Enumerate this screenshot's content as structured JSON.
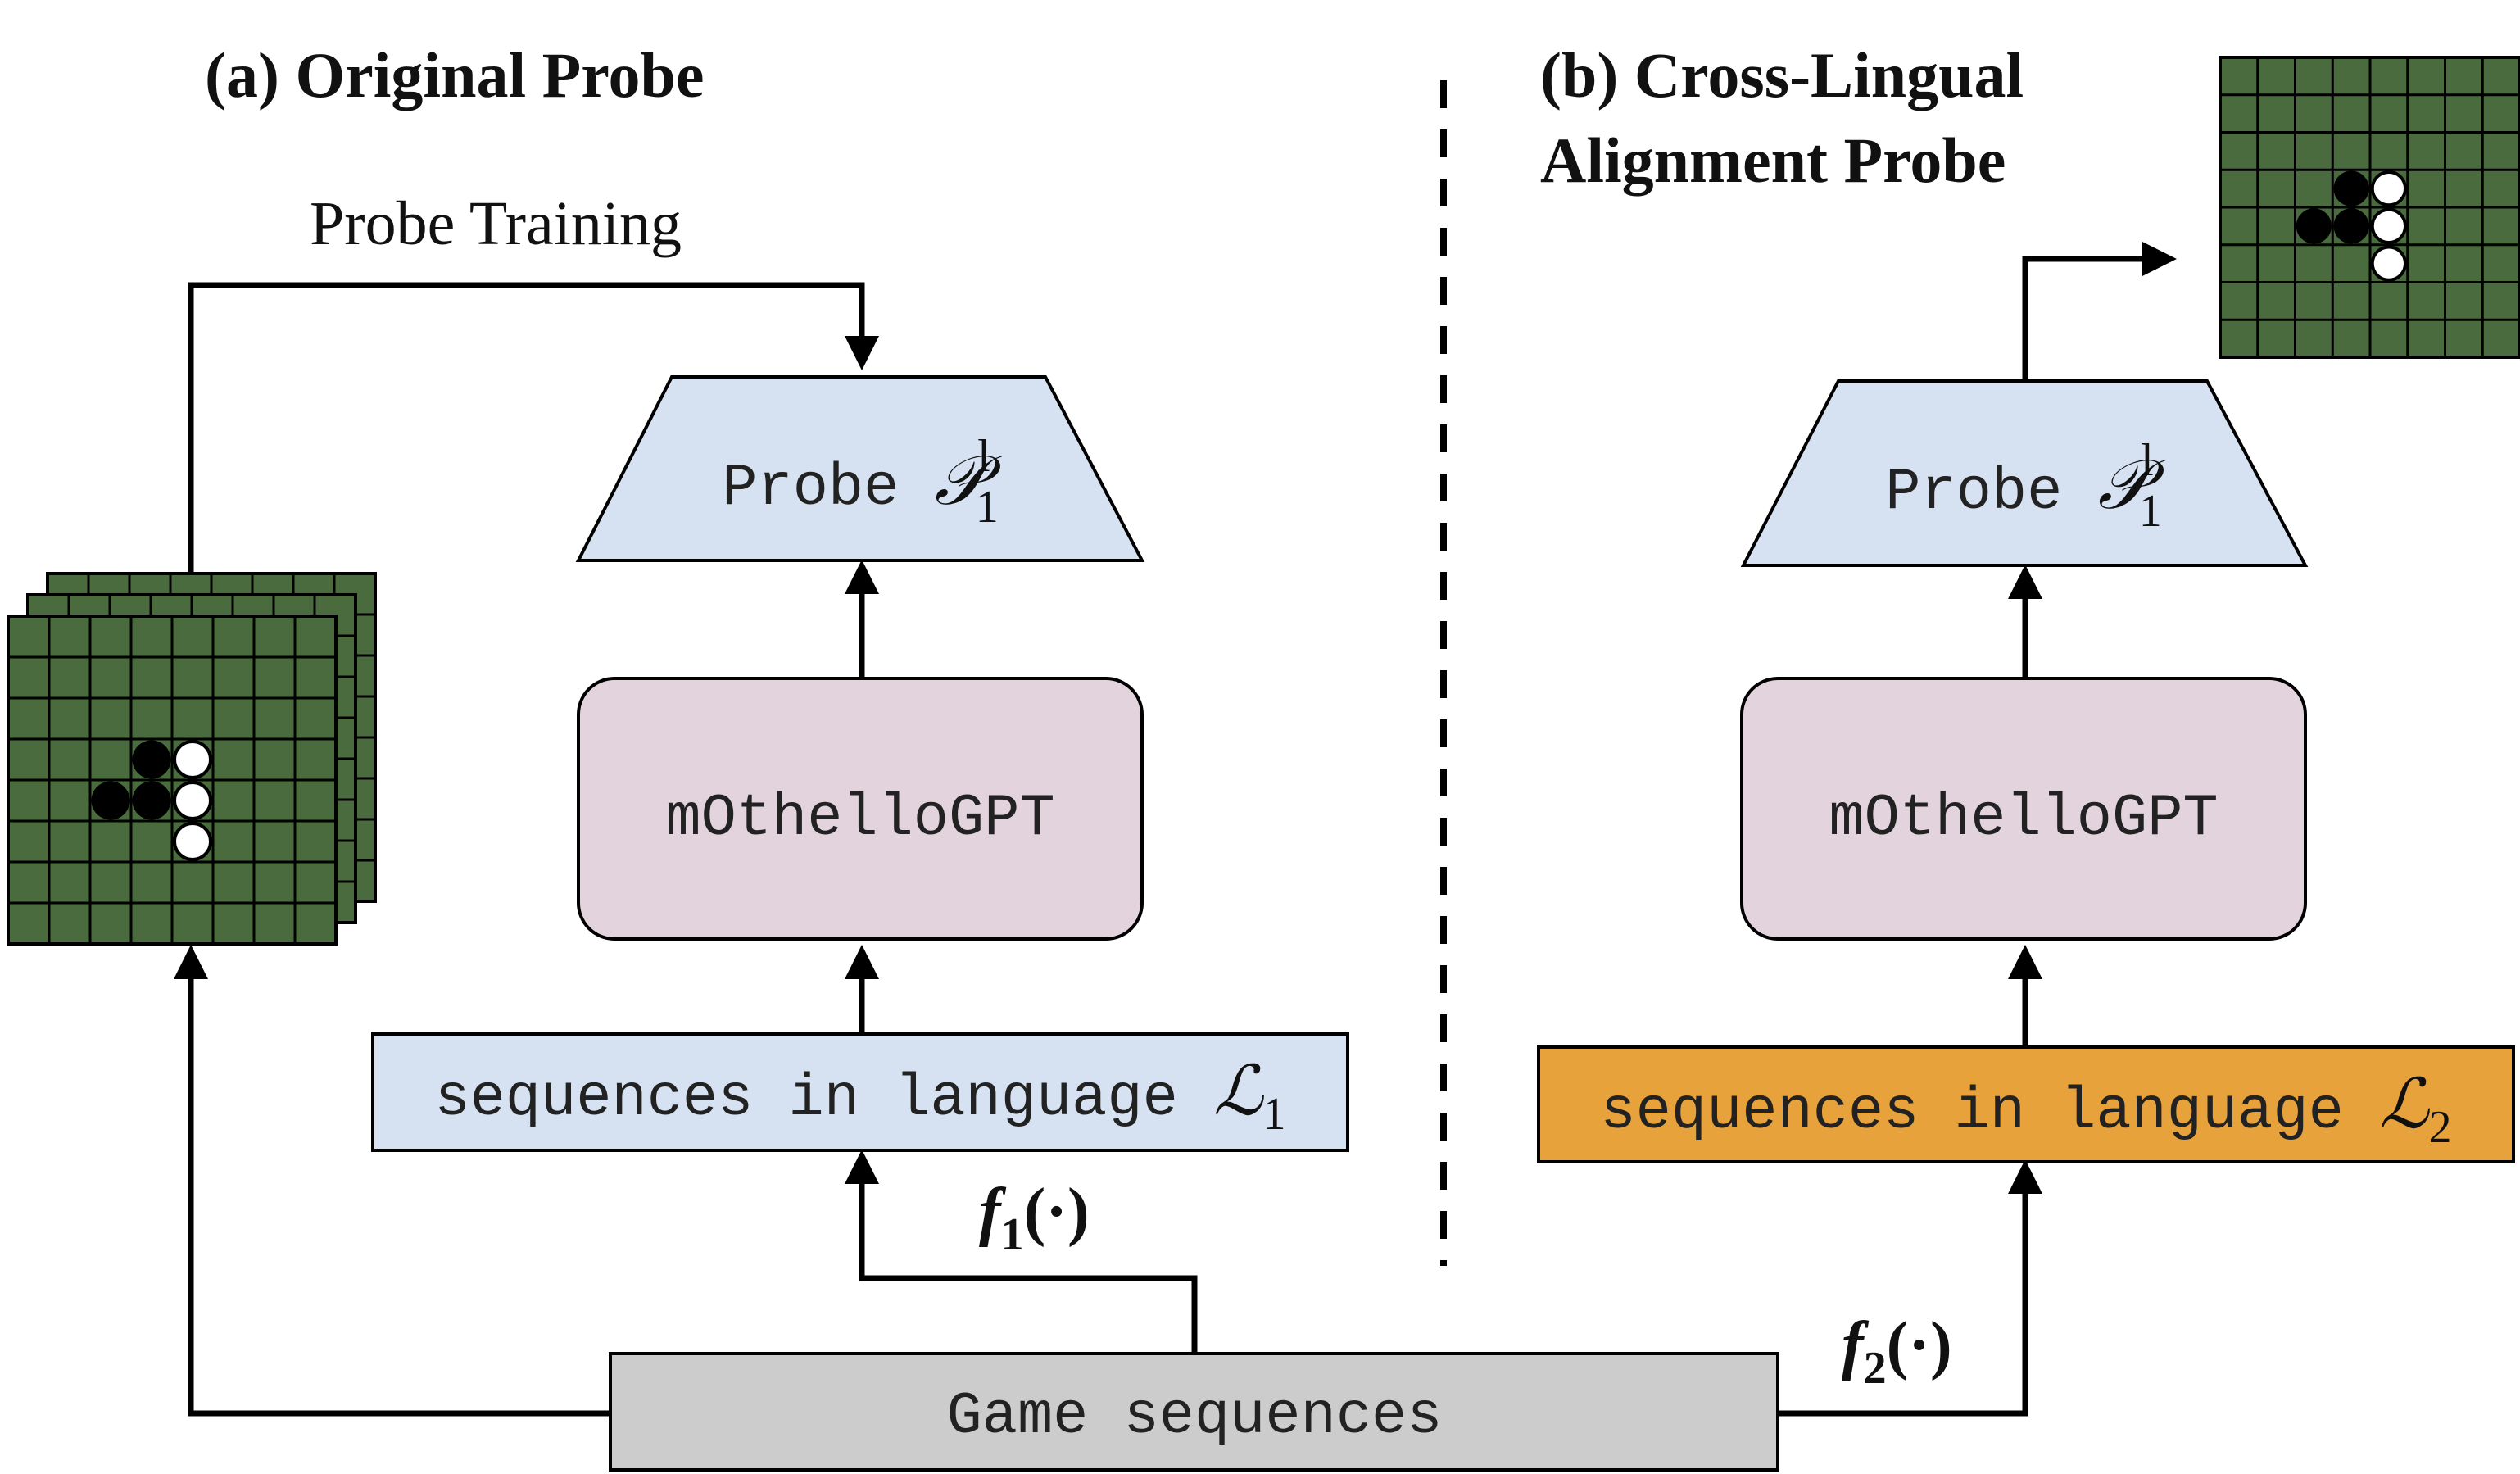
{
  "panel_a": {
    "title": "(a) Original Probe",
    "probe_training_label": "Probe Training",
    "probe": {
      "text": "Probe",
      "symbol": "𝒫",
      "superscript": "l",
      "subscript": "1"
    },
    "model_label": "mOthelloGPT",
    "sequences": {
      "text": "sequences in language",
      "symbol": "ℒ",
      "subscript": "1"
    },
    "function": {
      "symbol": "f",
      "subscript": "1",
      "arg": "(·)"
    }
  },
  "panel_b": {
    "title_line1": "(b) Cross-Lingual",
    "title_line2": "Alignment Probe",
    "probe": {
      "text": "Probe",
      "symbol": "𝒫",
      "superscript": "l",
      "subscript": "1"
    },
    "model_label": "mOthelloGPT",
    "sequences": {
      "text": "sequences in language",
      "symbol": "ℒ",
      "subscript": "2"
    },
    "function": {
      "symbol": "f",
      "subscript": "2",
      "arg": "(·)"
    }
  },
  "game_sequences_label": "Game sequences",
  "board": {
    "size": 8,
    "black_stones": [
      [
        3,
        3
      ],
      [
        4,
        2
      ],
      [
        4,
        3
      ]
    ],
    "white_stones": [
      [
        3,
        4
      ],
      [
        4,
        4
      ],
      [
        5,
        4
      ]
    ]
  },
  "colors": {
    "board_green": "#4a6b3e",
    "probe_blue": "#d6e2f1",
    "model_pink": "#e3d3dc",
    "seq_blue": "#d6e2f1",
    "seq_orange": "#e8a23b",
    "game_gray": "#cccccc"
  }
}
